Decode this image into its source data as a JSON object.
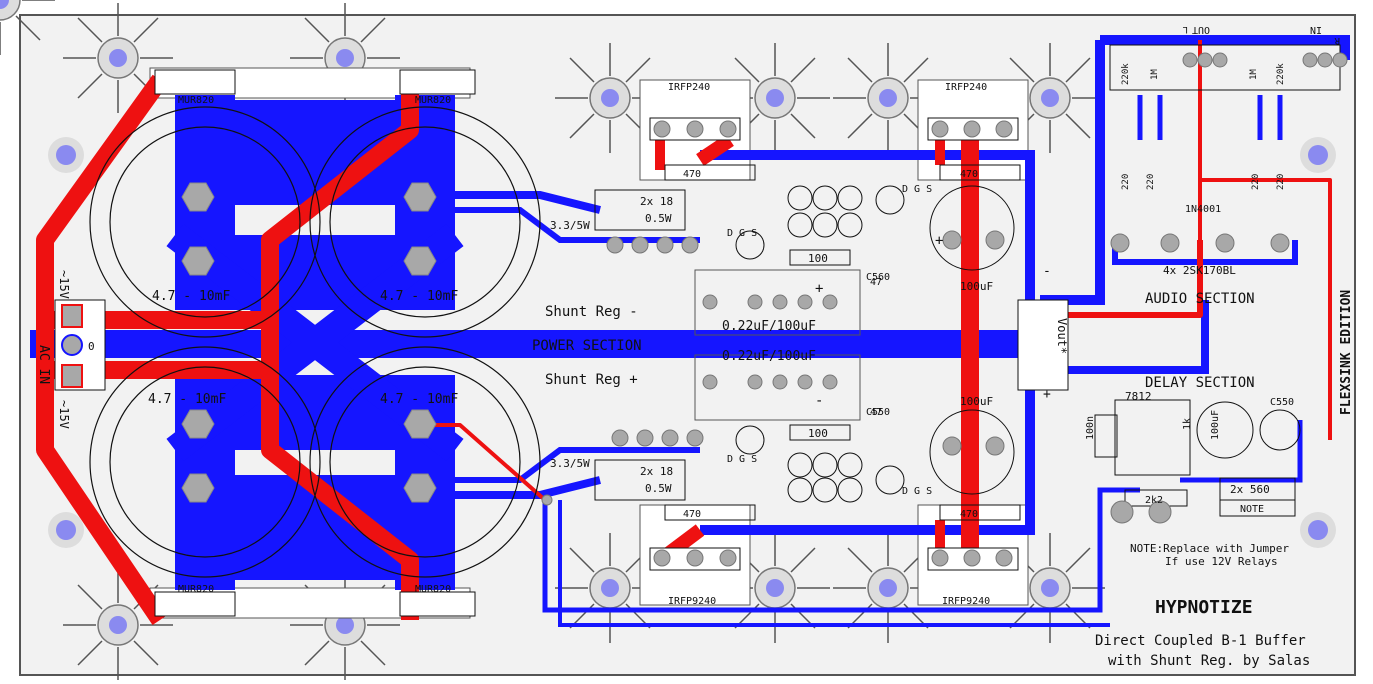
{
  "colors": {
    "background": "#f2f2f2",
    "board_outline": "#555555",
    "copper_bottom": "#1515ff",
    "copper_top": "#ee1111",
    "pad": "#a8a8a8",
    "mount_hole": "#8a8af0",
    "silkscreen": "#111111"
  },
  "board": {
    "name": "HYPNOTIZE",
    "subtitle_line1": "Direct Coupled B-1 Buffer",
    "subtitle_line2": "with Shunt Reg. by Salas",
    "edition": "FLEXSINK EDITION"
  },
  "sections": {
    "power": "POWER SECTION",
    "audio": "AUDIO SECTION",
    "delay": "DELAY SECTION",
    "shunt_neg": "Shunt Reg -",
    "shunt_pos": "Shunt Reg +"
  },
  "ac_input": {
    "label": "AC IN",
    "upper": "~15V",
    "lower": "~15V",
    "mid": "0"
  },
  "caps": {
    "reservoir": "4.7 - 10mF",
    "filter": "0.22uF/100uF",
    "output": "100uF"
  },
  "parts": {
    "diode": "MUR820",
    "mosfet_top": "IRFP240",
    "mosfet_bottom": "IRFP9240",
    "r_zobel": "3.3/5W",
    "r_dual": "2x 18",
    "r_power": "0.5W",
    "r_470": "470",
    "r_100": "100",
    "r_47": "47",
    "c_neg": "C560",
    "c_pos": "C550",
    "gate": "D G S",
    "r_220k": "220k",
    "r_1m": "1M",
    "r_220": "220",
    "d_1n4001": "1N4001",
    "jfets": "4x 2SK170BL",
    "vout": "Vout*",
    "reg": "7812",
    "r_1k": "1k",
    "c_100n": "100n",
    "c_100u": "100uF",
    "r_2k2": "2k2",
    "r_2x560": "2x 560",
    "note_box": "NOTE",
    "in": "IN",
    "out": "OUT",
    "l": "L",
    "r": "R",
    "plus": "+",
    "minus": "-"
  },
  "note": {
    "line1": "NOTE:Replace with Jumper",
    "line2": "If use 12V Relays"
  }
}
